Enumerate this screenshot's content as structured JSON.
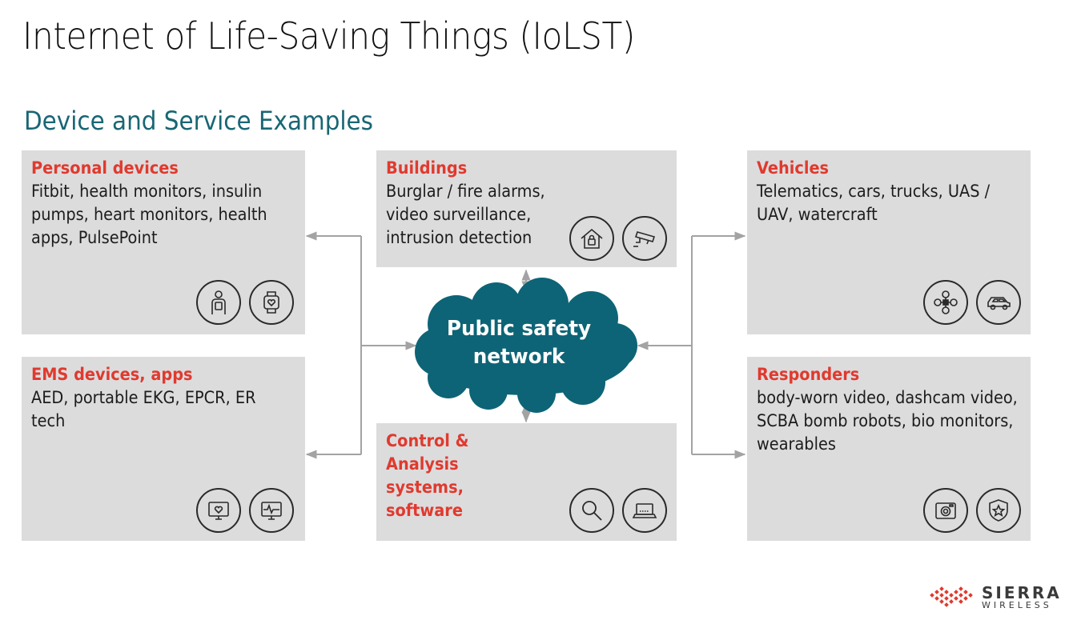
{
  "title": "Internet of Life-Saving Things (IoLST)",
  "subtitle": "Device and Service Examples",
  "center": {
    "label_line1": "Public safety",
    "label_line2": "network"
  },
  "boxes": {
    "personal": {
      "heading": "Personal devices",
      "body": "Fitbit, health monitors,  insulin pumps, heart monitors,  health apps, PulsePoint",
      "icons": [
        "person-device-icon",
        "smartwatch-icon"
      ]
    },
    "ems": {
      "heading": "EMS devices, apps",
      "body": "AED, portable EKG,  EPCR, ER tech",
      "icons": [
        "heart-monitor-icon",
        "ekg-icon"
      ]
    },
    "buildings": {
      "heading": "Buildings",
      "body": "Burglar / fire alarms, video surveillance, intrusion detection",
      "icons": [
        "house-lock-icon",
        "security-camera-icon"
      ]
    },
    "control": {
      "heading": "Control & Analysis systems, software",
      "body": "",
      "icons": [
        "magnifier-icon",
        "laptop-icon"
      ]
    },
    "vehicles": {
      "heading": "Vehicles",
      "body": "Telematics, cars, trucks, UAS / UAV, watercraft",
      "icons": [
        "drone-icon",
        "car-icon"
      ]
    },
    "responders": {
      "heading": "Responders",
      "body": "body-worn video, dashcam video, SCBA bomb robots, bio monitors, wearables",
      "icons": [
        "camera-icon",
        "police-badge-icon"
      ]
    }
  },
  "logo": {
    "name": "SIERRA",
    "sub": "WIRELESS"
  },
  "colors": {
    "accent": "#e03a2e",
    "teal": "#196674",
    "cloud": "#0d6476",
    "box": "#dcdcdd"
  }
}
